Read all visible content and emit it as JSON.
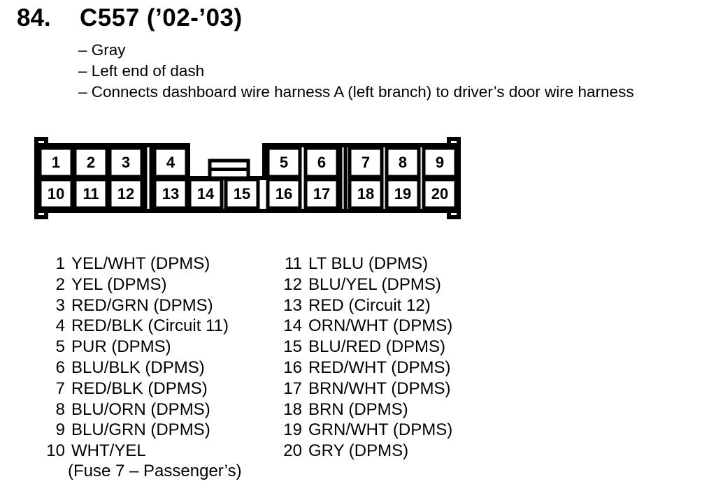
{
  "header": {
    "item_number": "84.",
    "title": "C557 (’02-’03)",
    "bullets": [
      "– Gray",
      "– Left end of dash",
      "– Connects dashboard wire harness A (left branch) to driver’s door wire harness"
    ]
  },
  "connector": {
    "pins_top": [
      "1",
      "2",
      "3",
      "4",
      "5",
      "6",
      "7",
      "8",
      "9"
    ],
    "pins_bottom": [
      "10",
      "11",
      "12",
      "13",
      "14",
      "15",
      "16",
      "17",
      "18",
      "19",
      "20"
    ]
  },
  "pin_list": {
    "left": [
      {
        "num": "1",
        "label": "YEL/WHT (DPMS)"
      },
      {
        "num": "2",
        "label": "YEL (DPMS)"
      },
      {
        "num": "3",
        "label": "RED/GRN (DPMS)"
      },
      {
        "num": "4",
        "label": "RED/BLK (Circuit 11)"
      },
      {
        "num": "5",
        "label": "PUR (DPMS)"
      },
      {
        "num": "6",
        "label": "BLU/BLK (DPMS)"
      },
      {
        "num": "7",
        "label": "RED/BLK (DPMS)"
      },
      {
        "num": "8",
        "label": "BLU/ORN (DPMS)"
      },
      {
        "num": "9",
        "label": "BLU/GRN (DPMS)"
      },
      {
        "num": "10",
        "label": "WHT/YEL",
        "sub": "(Fuse 7 – Passenger’s)"
      }
    ],
    "right": [
      {
        "num": "11",
        "label": "LT BLU (DPMS)"
      },
      {
        "num": "12",
        "label": "BLU/YEL (DPMS)"
      },
      {
        "num": "13",
        "label": "RED (Circuit 12)"
      },
      {
        "num": "14",
        "label": "ORN/WHT (DPMS)"
      },
      {
        "num": "15",
        "label": "BLU/RED (DPMS)"
      },
      {
        "num": "16",
        "label": "RED/WHT (DPMS)"
      },
      {
        "num": "17",
        "label": "BRN/WHT (DPMS)"
      },
      {
        "num": "18",
        "label": "BRN (DPMS)"
      },
      {
        "num": "19",
        "label": "GRN/WHT (DPMS)"
      },
      {
        "num": "20",
        "label": "GRY (DPMS)"
      }
    ]
  },
  "colors": {
    "ink": "#000000",
    "paper": "#ffffff"
  }
}
